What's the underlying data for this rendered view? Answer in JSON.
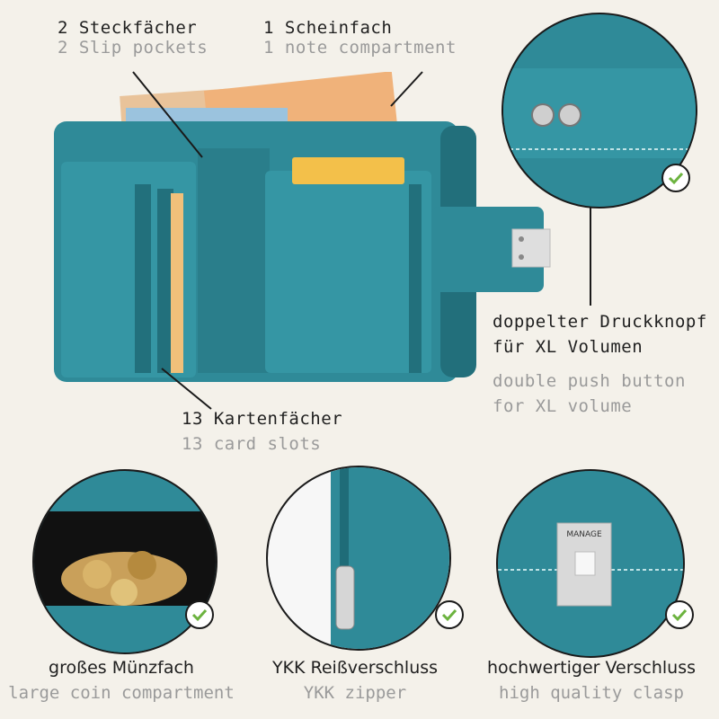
{
  "callouts": {
    "slip_pockets": {
      "de": "2 Steckfächer",
      "en": "2 Slip pockets"
    },
    "note_compartment": {
      "de": "1 Scheinfach",
      "en": "1 note compartment"
    },
    "push_button": {
      "de_line1": "doppelter Druckknopf",
      "de_line2": "für XL Volumen",
      "en_line1": "double push button",
      "en_line2": "for XL volume"
    },
    "card_slots": {
      "de": "13 Kartenfächer",
      "en": "13 card slots"
    }
  },
  "features": [
    {
      "de": "großes Münzfach",
      "en": "large coin compartment"
    },
    {
      "de": "YKK Reißverschluss",
      "en": "YKK zipper"
    },
    {
      "de": "hochwertiger Verschluss",
      "en": "high quality clasp"
    }
  ],
  "brand": {
    "logo_text": "MANAGE"
  },
  "colors": {
    "leather": "#2f8a98",
    "leather_dark": "#1f6c78",
    "background": "#f4f1ea",
    "check_green": "#6cb33f"
  }
}
